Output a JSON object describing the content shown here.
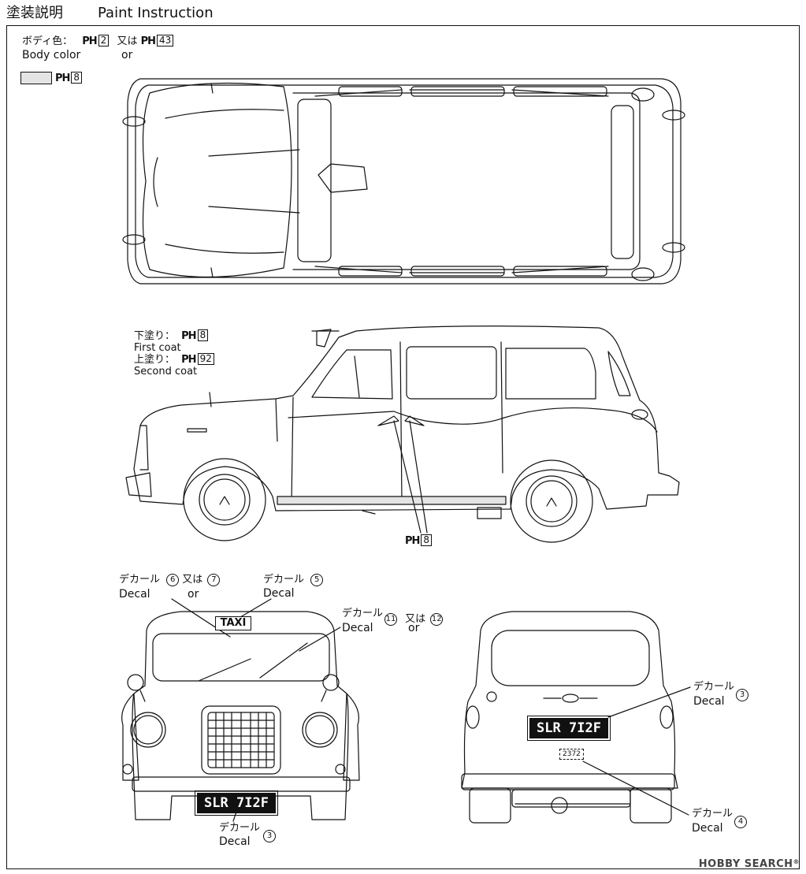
{
  "header": {
    "title_jp": "塗装説明",
    "title_en": "Paint Instruction"
  },
  "body_color": {
    "label_jp": "ボディ色：",
    "label_en": "Body color",
    "code1": "2",
    "or_jp": "又は",
    "or_en": "or",
    "code2": "43"
  },
  "swatch": {
    "code": "8"
  },
  "side_coat": {
    "first_jp": "下塗り：",
    "first_en": "First coat",
    "first_code": "8",
    "second_jp": "上塗り：",
    "second_en": "Second coat",
    "second_code": "92"
  },
  "side_trim": {
    "code": "8"
  },
  "decals": {
    "label_jp": "デカール",
    "label_en": "Decal",
    "or_jp": "又は",
    "or_en": "or",
    "front_top_left": {
      "n1": "6",
      "n2": "7"
    },
    "front_top_mid": {
      "n1": "5"
    },
    "front_right": {
      "n1": "11",
      "n2": "12"
    },
    "front_plate": {
      "n1": "3"
    },
    "rear_plate": {
      "n1": "3"
    },
    "rear_small": {
      "n1": "4"
    }
  },
  "plates": {
    "front": "SLR 7I2F",
    "rear": "SLR 7I2F",
    "rear_small": "2372"
  },
  "taxi_sign": "TAXI",
  "ph_letters": "PH",
  "watermark": {
    "text": "HOBBY SEARCH",
    "mark": "®"
  },
  "colors": {
    "line": "#111111",
    "swatch": "#e4e4e4"
  }
}
